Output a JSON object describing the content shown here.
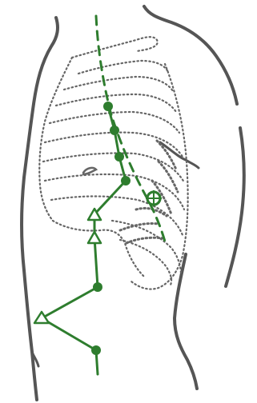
{
  "figure": {
    "colors": {
      "background": "#ffffff",
      "body_outline": "#555555",
      "rib_dots": "#666666",
      "path": "#2e7d2e",
      "path_fill": "#2e7d2e",
      "marker_hollow_fill": "#ffffff"
    },
    "marker_legend": {
      "filled_circle": "filled-circle-marker",
      "hollow_triangle": "hollow-triangle-marker",
      "hollow_circle_with_cross": "hollow-circle-cross-marker"
    }
  }
}
